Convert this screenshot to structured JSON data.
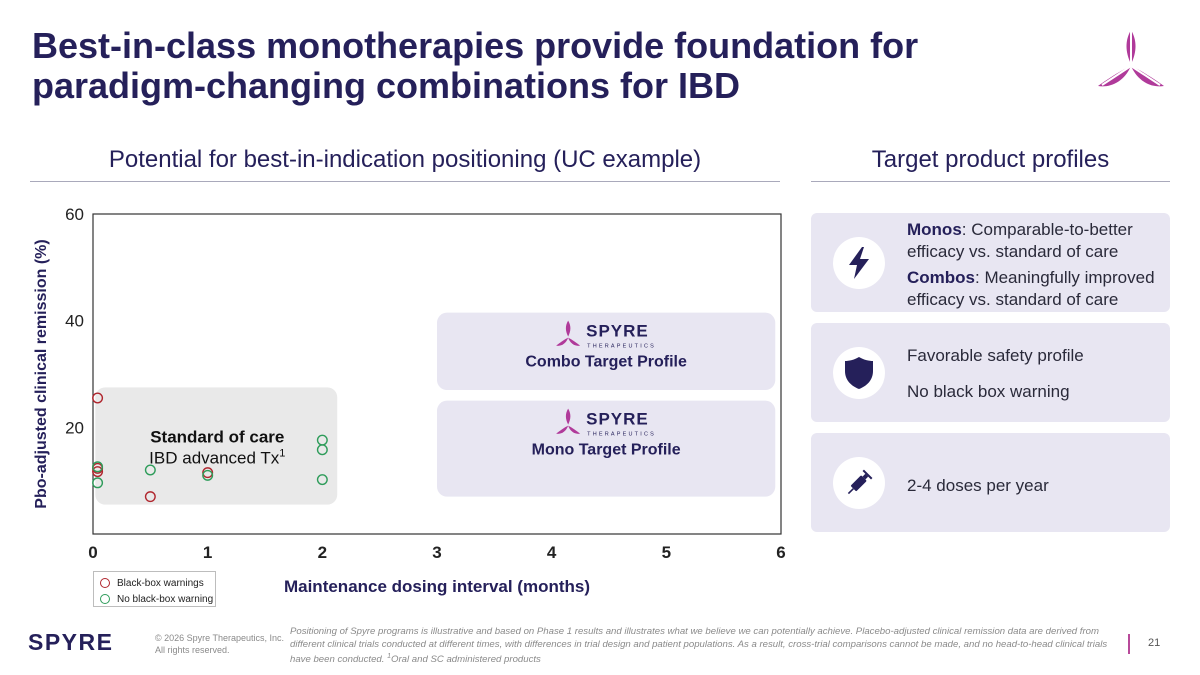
{
  "title": "Best-in-class monotherapies provide foundation for paradigm-changing combinations for IBD",
  "left_heading": "Potential for best-in-indication positioning (UC example)",
  "right_heading": "Target product profiles",
  "chart_data": {
    "type": "scatter",
    "xlabel": "Maintenance dosing interval (months)",
    "ylabel": "Pbo-adjusted clinical remission (%)",
    "xlim": [
      0,
      6
    ],
    "ylim": [
      0,
      60
    ],
    "x_ticks": [
      "0",
      "1",
      "2",
      "3",
      "4",
      "5",
      "6"
    ],
    "y_ticks": [
      "20",
      "40",
      "60"
    ],
    "series": [
      {
        "name": "Black-box warnings",
        "color": "#b0262e",
        "points": [
          {
            "x": 0.04,
            "y": 25.5
          },
          {
            "x": 0.04,
            "y": 12.3
          },
          {
            "x": 0.04,
            "y": 11.7
          },
          {
            "x": 0.5,
            "y": 7.0
          },
          {
            "x": 1.0,
            "y": 11.5
          }
        ]
      },
      {
        "name": "No black-box warning",
        "color": "#2e9c5a",
        "points": [
          {
            "x": 0.04,
            "y": 12.6
          },
          {
            "x": 0.04,
            "y": 9.6
          },
          {
            "x": 0.5,
            "y": 12.0
          },
          {
            "x": 1.0,
            "y": 11.0
          },
          {
            "x": 2.0,
            "y": 17.6
          },
          {
            "x": 2.0,
            "y": 15.8
          },
          {
            "x": 2.0,
            "y": 10.2
          }
        ]
      }
    ],
    "regions": [
      {
        "name": "standard-of-care",
        "title": "Standard of care",
        "subtitle": "IBD advanced Tx",
        "superscript": "1",
        "x": [
          0.02,
          2.13
        ],
        "y": [
          5.5,
          27.5
        ]
      },
      {
        "name": "combo-target",
        "label": "Combo Target Profile",
        "brand": "SPYRE",
        "brand_sub": "THERAPEUTICS",
        "x": [
          3.0,
          5.95
        ],
        "y": [
          27.0,
          41.5
        ]
      },
      {
        "name": "mono-target",
        "label": "Mono Target Profile",
        "brand": "SPYRE",
        "brand_sub": "THERAPEUTICS",
        "x": [
          3.0,
          5.95
        ],
        "y": [
          7.0,
          25.0
        ]
      }
    ]
  },
  "legend": [
    "Black-box warnings",
    "No black-box warning"
  ],
  "profiles": [
    {
      "icon": "lightning-icon",
      "lines": [
        {
          "bold": "Monos",
          "text": ": Comparable-to-better efficacy vs. standard of care"
        },
        {
          "bold": "Combos",
          "text": ": Meaningfully improved efficacy vs. standard of care"
        }
      ]
    },
    {
      "icon": "shield-icon",
      "lines": [
        {
          "bold": "",
          "text": "Favorable safety profile"
        },
        {
          "bold": "",
          "text": "No black box warning"
        }
      ]
    },
    {
      "icon": "syringe-icon",
      "lines": [
        {
          "bold": "",
          "text": "2-4 doses per year"
        }
      ]
    }
  ],
  "footer": {
    "brand": "SPYRE",
    "copyright": "© 2026 Spyre Therapeutics, Inc. All rights reserved.",
    "disclaimer": "Positioning of Spyre programs is illustrative and based on Phase 1 results and illustrates what we believe we can potentially achieve. Placebo-adjusted clinical remission data are derived from different clinical trials conducted at different times, with differences in trial design and patient populations. As a result, cross-trial comparisons cannot be made, and no head-to-head clinical trials have been conducted.",
    "footnote_mark": "1",
    "footnote_text": "Oral and SC administered products",
    "page": "21"
  },
  "colors": {
    "navy": "#25205a",
    "magenta": "#b03a9a",
    "card": "#e8e6f2"
  }
}
